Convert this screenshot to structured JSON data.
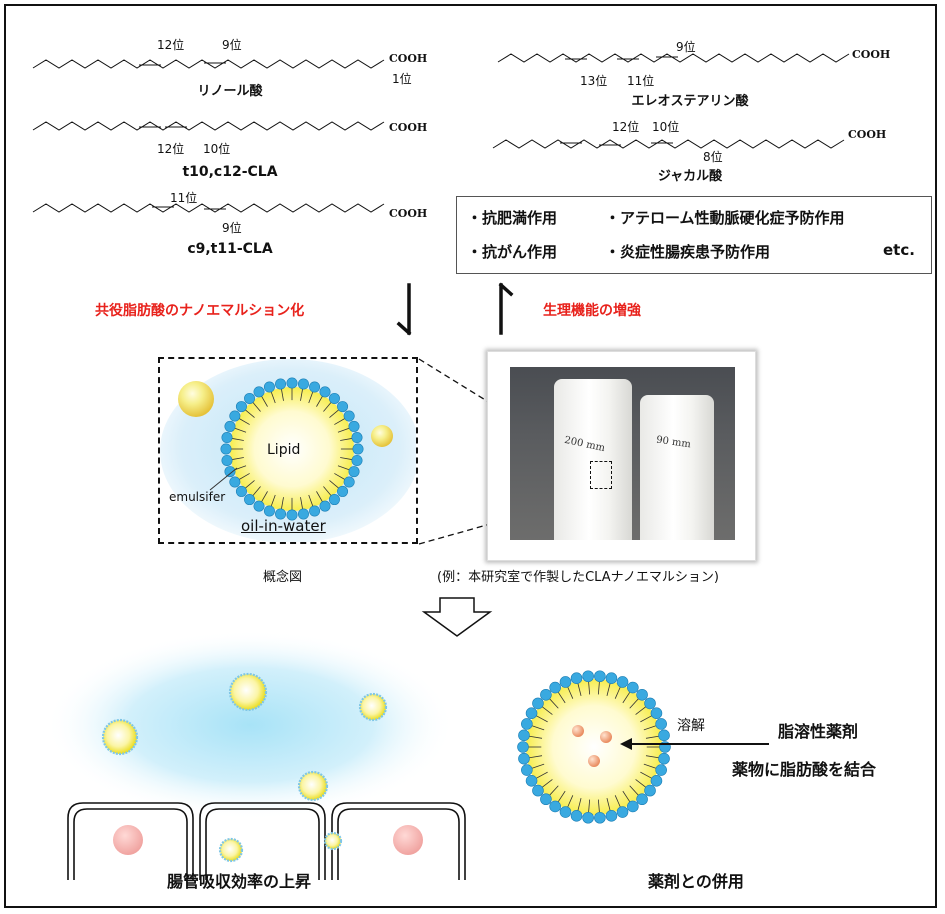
{
  "structures": {
    "linoleic": {
      "name": "リノール酸",
      "pos_a": "12位",
      "pos_b": "9位",
      "pos_c": "1位",
      "cooh": "COOH"
    },
    "t10c12": {
      "name": "t10,c12-CLA",
      "pos_a": "12位",
      "pos_b": "10位",
      "cooh": "COOH"
    },
    "c9t11": {
      "name": "c9,t11-CLA",
      "pos_a": "11位",
      "pos_b": "9位",
      "cooh": "COOH"
    },
    "eleostearic": {
      "name": "エレオステアリン酸",
      "pos_a": "9位",
      "pos_b": "13位",
      "pos_c": "11位",
      "cooh": "COOH"
    },
    "jacaric": {
      "name": "ジャカル酸",
      "pos_a": "12位",
      "pos_b": "10位",
      "pos_c": "8位",
      "cooh": "COOH"
    }
  },
  "effects": {
    "item1": "・抗肥満作用",
    "item2": "・アテローム性動脈硬化症予防作用",
    "item3": "・抗がん作用",
    "item4": "・炎症性腸疾患予防作用",
    "etc": "etc."
  },
  "arrows": {
    "left_label": "共役脂肪酸のナノエマルション化",
    "right_label": "生理機能の増強"
  },
  "concept": {
    "lipid": "Lipid",
    "emulsifier": "emulsifer",
    "oil_in_water": "oil-in-water",
    "caption": "概念図"
  },
  "photo": {
    "caption": "(例：本研究室で作製したCLAナノエマルション)",
    "tube_left_label": "200 mm",
    "tube_right_label": "90 mm"
  },
  "bottom": {
    "left_title": "腸管吸収効率の上昇",
    "right_title": "薬剤との併用",
    "dissolve": "溶解",
    "drug_line1": "脂溶性薬剤",
    "drug_line2": "薬物に脂肪酸を結合"
  },
  "colors": {
    "accent_red": "#e8221c",
    "bead_blue": "#39a9e0",
    "lipid_yellow": "#f7ef3a",
    "background_blue": "#bfe6f7"
  }
}
